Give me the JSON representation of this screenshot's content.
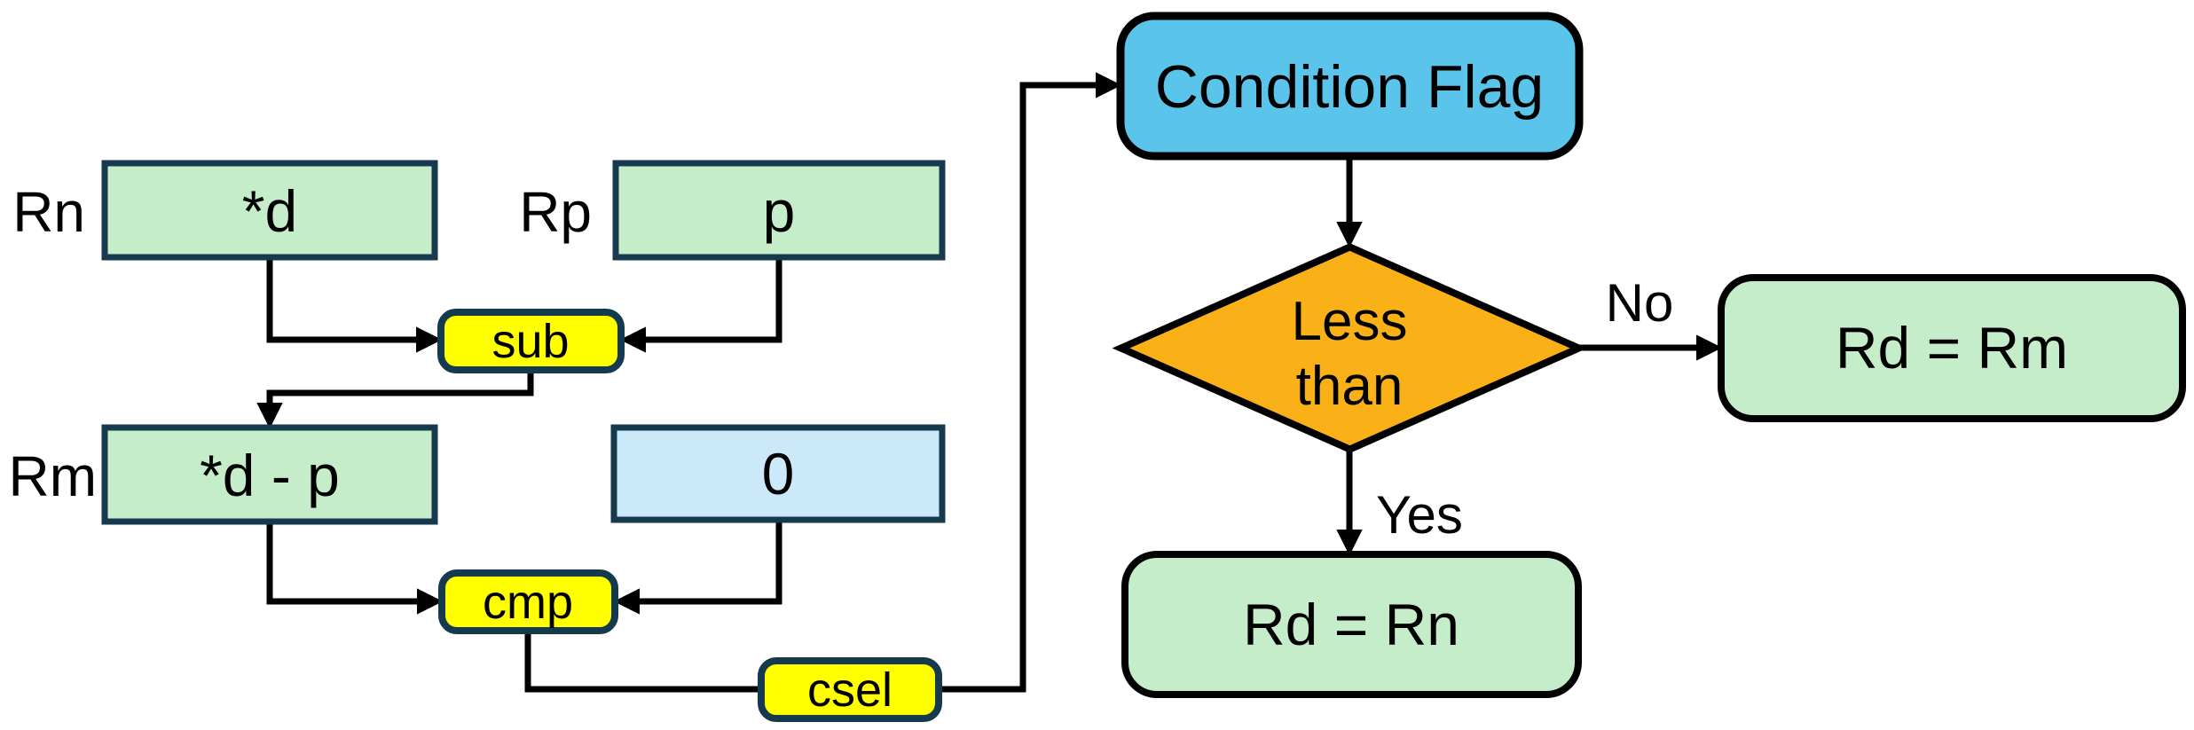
{
  "diagram": {
    "registers": [
      {
        "id": "rn",
        "label": "Rn",
        "value": "*d"
      },
      {
        "id": "rp",
        "label": "Rp",
        "value": "p"
      },
      {
        "id": "rm",
        "label": "Rm",
        "value": "*d - p"
      }
    ],
    "constant": {
      "value": "0"
    },
    "operations": [
      {
        "id": "sub",
        "label": "sub"
      },
      {
        "id": "cmp",
        "label": "cmp"
      },
      {
        "id": "csel",
        "label": "csel"
      }
    ],
    "condition_flag": {
      "label": "Condition Flag"
    },
    "decision": {
      "lines": [
        "Less",
        "than"
      ],
      "no_label": "No",
      "yes_label": "Yes"
    },
    "outcomes": [
      {
        "id": "no-branch",
        "label": "Rd = Rm"
      },
      {
        "id": "yes-branch",
        "label": "Rd = Rn"
      }
    ],
    "colors": {
      "box_green": "#C6EDCA",
      "box_light_blue": "#CBE9F8",
      "accent_blue": "#5AC4EB",
      "accent_orange": "#FAB017",
      "op_yellow": "#FFFF00",
      "border_dark": "#163A4D",
      "line_black": "#000000"
    }
  }
}
